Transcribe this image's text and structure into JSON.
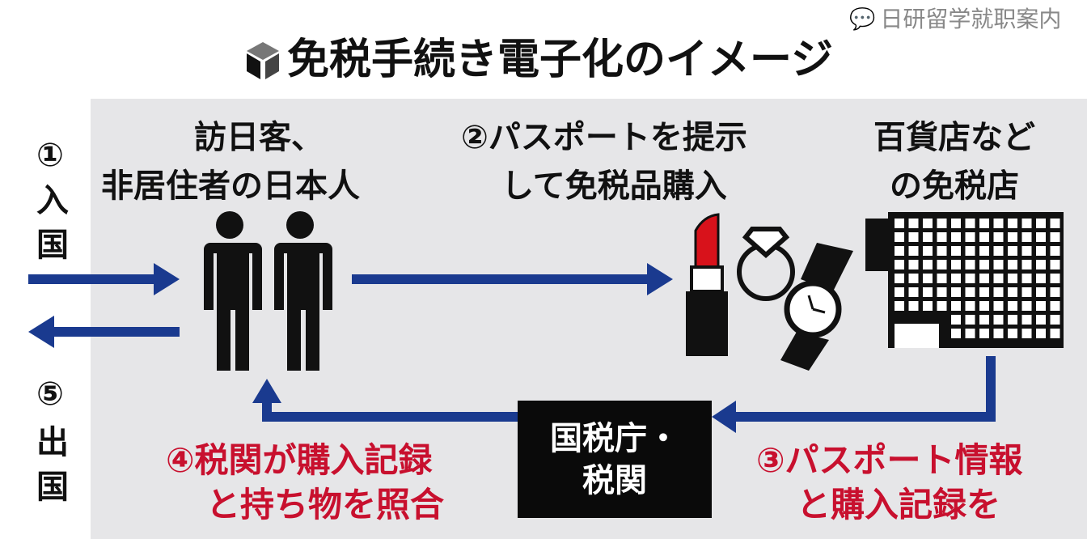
{
  "title": "免税手続き電子化のイメージ",
  "colors": {
    "arrow": "#1a3a8f",
    "accent_red": "#c8102e",
    "panel": "#e6e6e8"
  },
  "left_labels": {
    "entry": [
      "①",
      "入",
      "国"
    ],
    "exit": [
      "⑤",
      "出",
      "国"
    ]
  },
  "visitors": {
    "line1": "訪日客、",
    "line2": "非居住者の日本人"
  },
  "step2": {
    "line1": "②パスポートを提示",
    "line2": "して免税品購入"
  },
  "store": {
    "line1": "百貨店など",
    "line2": "の免税店"
  },
  "authority": {
    "line1": "国税庁・",
    "line2": "税関"
  },
  "step4": {
    "line1": "④税関が購入記録",
    "line2": "と持ち物を照合"
  },
  "step3": {
    "line1": "③パスポート情報",
    "line2": "と購入記録を"
  },
  "watermark": "日研留学就职案内",
  "icons": [
    "cube-icon",
    "person-icon",
    "lipstick-icon",
    "ring-icon",
    "watch-icon",
    "building-icon",
    "wechat-icon"
  ]
}
